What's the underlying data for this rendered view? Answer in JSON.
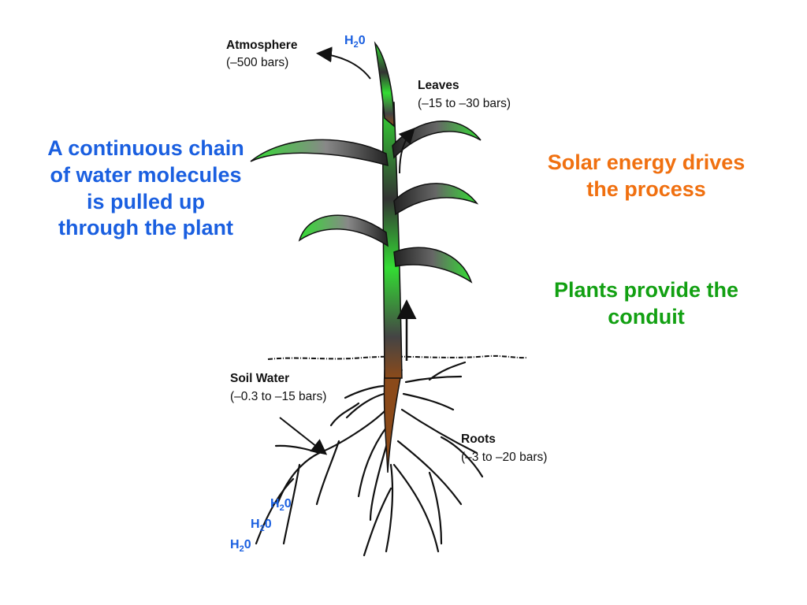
{
  "left_text": "A continuous chain of water molecules is pulled up through the plant",
  "right_text_1": "Solar energy drives the process",
  "right_text_2": "Plants provide the conduit",
  "labels": {
    "atmosphere": {
      "title": "Atmosphere",
      "value": "(–500 bars)"
    },
    "leaves": {
      "title": "Leaves",
      "value": "(–15 to –30 bars)"
    },
    "soil_water": {
      "title": "Soil Water",
      "value": "(–0.3 to –15 bars)"
    },
    "roots": {
      "title": "Roots",
      "value": "(–3 to –20 bars)"
    }
  },
  "water_formula": {
    "base": "H",
    "subscript": "2",
    "tail": "0"
  },
  "colors": {
    "blue": "#1a5fe0",
    "orange": "#f07010",
    "green": "#12a012",
    "leaf_green": "#33dd33",
    "root_brown": "#8b4a1a"
  }
}
